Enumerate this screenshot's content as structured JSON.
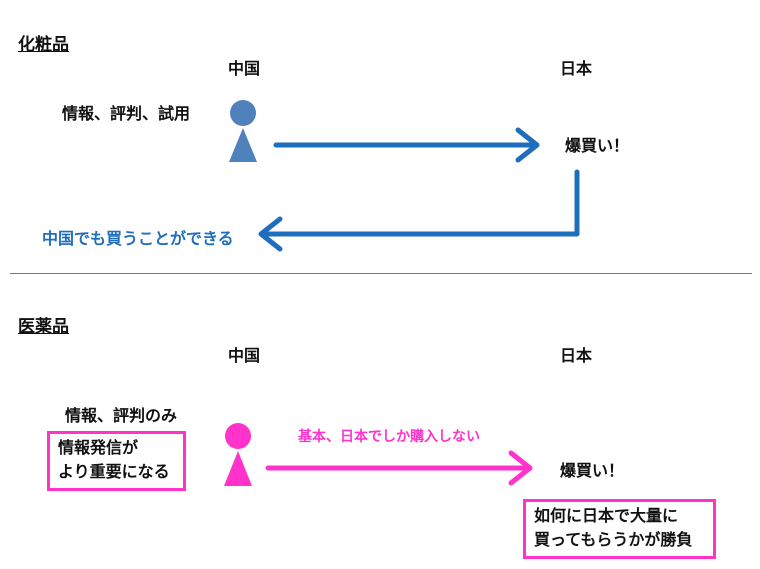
{
  "cosmetics": {
    "title": "化粧品",
    "china_label": "中国",
    "japan_label": "日本",
    "info_text": "情報、評判、試用",
    "bakugai": "爆買い！",
    "return_note": "中国でも買うことができる",
    "person_color": "#4f81bd",
    "arrow_color": "#1f6dbd"
  },
  "pharma": {
    "title": "医薬品",
    "china_label": "中国",
    "japan_label": "日本",
    "info_text": "情報、評判のみ",
    "box_left": [
      "情報発信が",
      "より重要になる"
    ],
    "arrow_note": "基本、日本でしか購入しない",
    "bakugai": "爆買い！",
    "box_right": [
      "如何に日本で大量に",
      "買ってもらうかが勝負"
    ],
    "person_color": "#ff33cc",
    "arrow_color": "#ff33cc"
  }
}
